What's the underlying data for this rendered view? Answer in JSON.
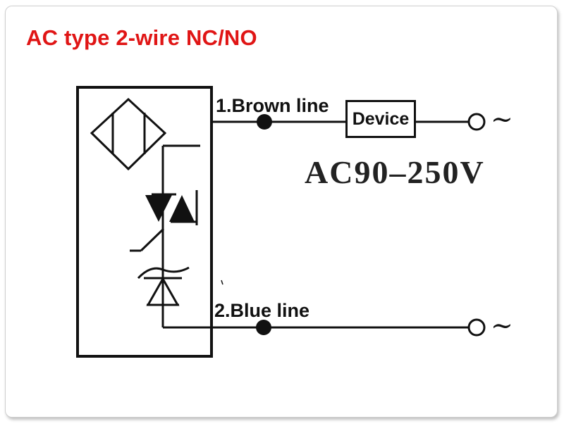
{
  "title": "AC type 2-wire NC/NO",
  "wires": {
    "brown_label": "1.Brown line",
    "blue_label": "2.Blue line"
  },
  "device_label": "Device",
  "voltage_label": "AC90–250V",
  "terminal_symbol": "~",
  "colors": {
    "title": "#e01515",
    "lines": "#111111"
  }
}
